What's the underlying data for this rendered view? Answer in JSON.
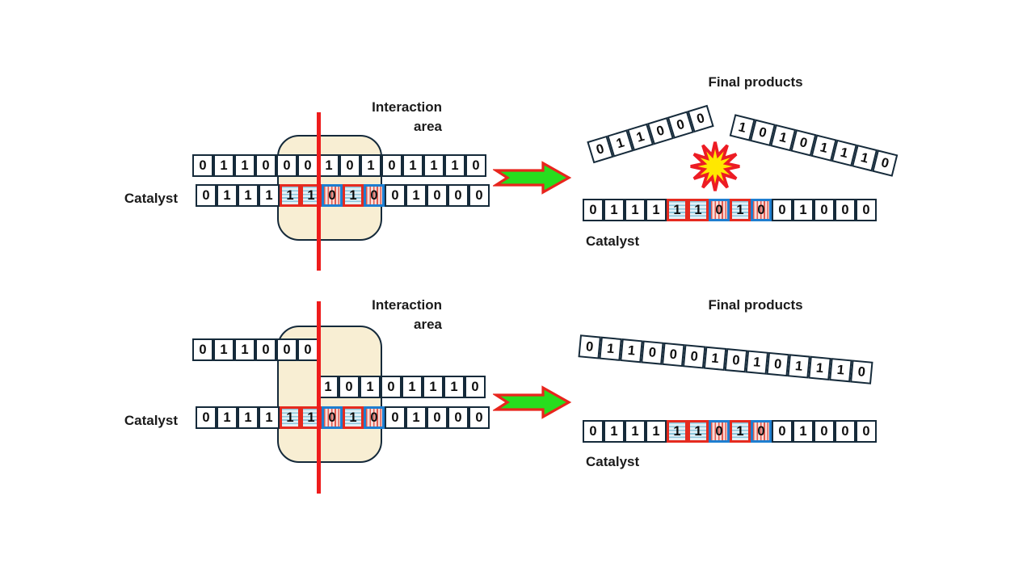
{
  "labels": {
    "interaction_line1": "Interaction",
    "interaction_line2": "area",
    "catalyst": "Catalyst",
    "final_products": "Final products"
  },
  "colors": {
    "cell_border": "#152a3a",
    "highlight_red_border": "#e52a1f",
    "highlight_blue_border": "#1e7ed0",
    "blue_hatch_stripe": "#8fc6db",
    "red_hatch_stripe": "#e05a50",
    "interaction_area_fill": "#f8eed3",
    "red_line": "#ee1c1c",
    "arrow_fill": "#27dd1e",
    "arrow_outline": "#e8251d",
    "starburst_fill": "#ffe800",
    "starburst_outline": "#ed1c24"
  },
  "strings": {
    "substrate_full": {
      "digits": "01100010101110",
      "marks": {}
    },
    "substrate_left": {
      "digits": "011000",
      "marks": {}
    },
    "substrate_right": {
      "digits": "10101110",
      "marks": {}
    },
    "catalyst": {
      "digits": "01111101001000",
      "marks": {
        "4": "A",
        "5": "A",
        "6": "B",
        "7": "A",
        "8": "B"
      }
    },
    "product_left": {
      "digits": "011000",
      "marks": {}
    },
    "product_right": {
      "digits": "10101110",
      "marks": {}
    },
    "product_joined": {
      "digits": "01100010101110",
      "marks": {}
    }
  }
}
